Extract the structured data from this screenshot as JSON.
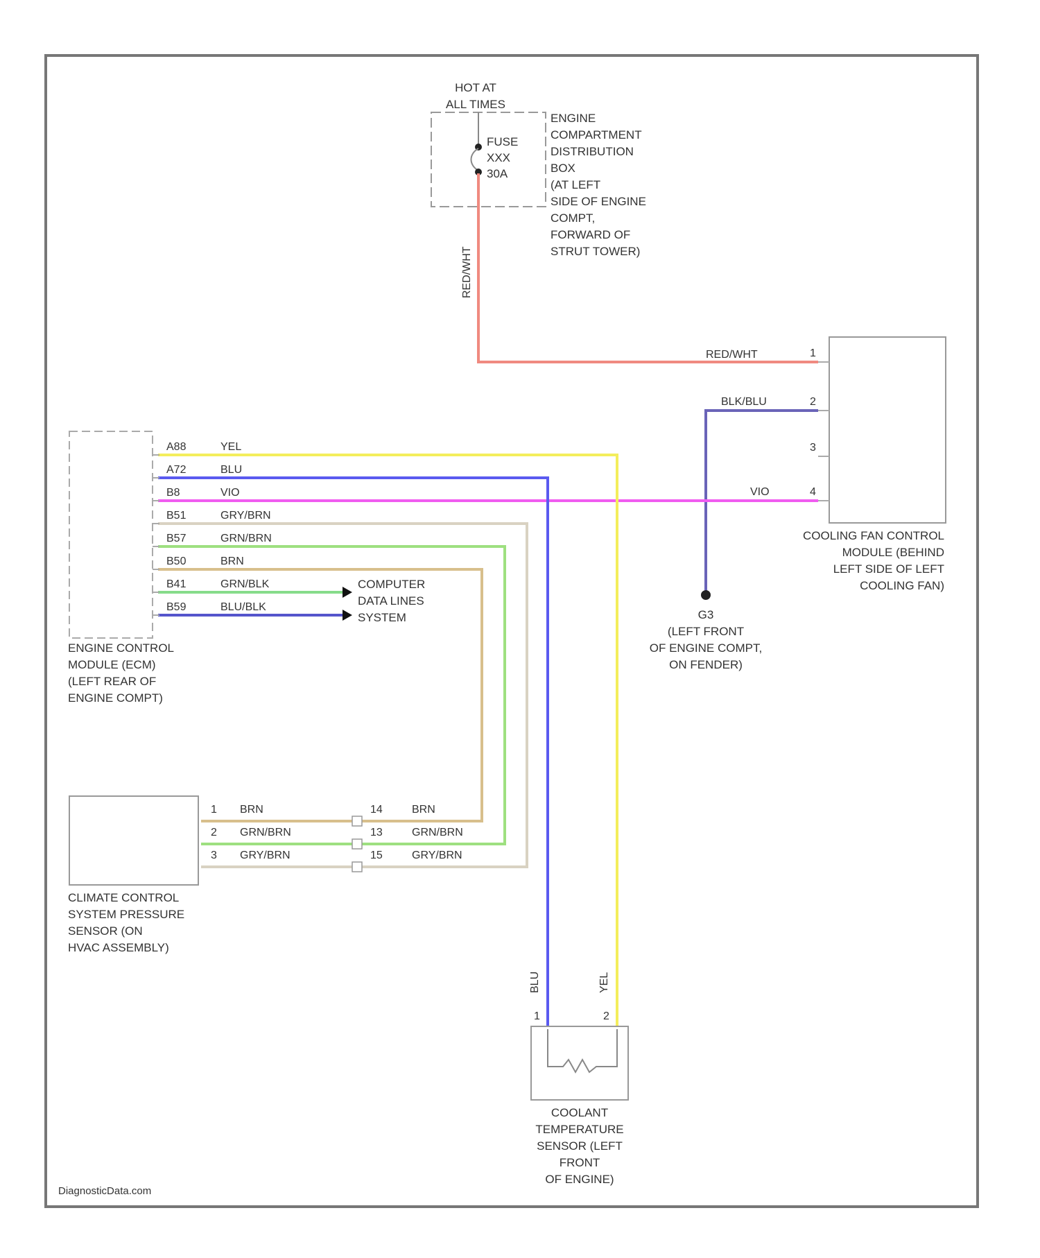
{
  "fuse_block": {
    "power_label": [
      "HOT AT",
      "ALL TIMES"
    ],
    "fuse_label": [
      "FUSE",
      "XXX",
      "30A"
    ],
    "location": [
      "ENGINE",
      "COMPARTMENT",
      "DISTRIBUTION",
      "BOX",
      "(AT LEFT",
      "SIDE OF ENGINE",
      "COMPT,",
      "FORWARD OF",
      "STRUT TOWER)"
    ]
  },
  "cooling_fan_module": {
    "label": [
      "COOLING FAN CONTROL",
      "MODULE (BEHIND",
      "LEFT SIDE OF LEFT",
      "COOLING FAN)"
    ],
    "pins": [
      "1",
      "2",
      "3",
      "4"
    ]
  },
  "ecm": {
    "label": [
      "ENGINE CONTROL",
      "MODULE (ECM)",
      "(LEFT REAR OF",
      "ENGINE COMPT)"
    ],
    "pins": [
      {
        "pin": "A88",
        "color": "YEL"
      },
      {
        "pin": "A72",
        "color": "BLU"
      },
      {
        "pin": "B8",
        "color": "VIO"
      },
      {
        "pin": "B51",
        "color": "GRY/BRN"
      },
      {
        "pin": "B57",
        "color": "GRN/BRN"
      },
      {
        "pin": "B50",
        "color": "BRN"
      },
      {
        "pin": "B41",
        "color": "GRN/BLK"
      },
      {
        "pin": "B59",
        "color": "BLU/BLK"
      }
    ]
  },
  "data_lines": [
    "COMPUTER",
    "DATA LINES",
    "SYSTEM"
  ],
  "ground": {
    "id": "G3",
    "label": [
      "(LEFT FRONT",
      "OF ENGINE COMPT,",
      "ON FENDER)"
    ]
  },
  "pressure_sensor": {
    "label": [
      "CLIMATE CONTROL",
      "SYSTEM PRESSURE",
      "SENSOR (ON",
      "HVAC ASSEMBLY)"
    ],
    "pins": [
      {
        "pin": "1",
        "color": "BRN"
      },
      {
        "pin": "2",
        "color": "GRN/BRN"
      },
      {
        "pin": "3",
        "color": "GRY/BRN"
      }
    ]
  },
  "inline_connector": [
    {
      "pin": "14",
      "color": "BRN"
    },
    {
      "pin": "13",
      "color": "GRN/BRN"
    },
    {
      "pin": "15",
      "color": "GRY/BRN"
    }
  ],
  "coolant_sensor": {
    "label": [
      "COOLANT",
      "TEMPERATURE",
      "SENSOR (LEFT",
      "FRONT",
      "OF ENGINE)"
    ],
    "pins": [
      "1",
      "2"
    ],
    "wire_labels": [
      "BLU",
      "YEL"
    ]
  },
  "wires": {
    "red_wht": "RED/WHT",
    "blk_blu": "BLK/BLU",
    "vio": "VIO"
  },
  "watermark": "DiagnosticData.com",
  "colors": {
    "red_wht": "#f08a80",
    "yel": "#f4ee5c",
    "blu": "#5a5af0",
    "vio": "#f05cf0",
    "gry_brn": "#d9d2c2",
    "grn_brn": "#9ee080",
    "brn": "#d8bf8c",
    "grn_blk": "#86dc8a",
    "blu_blk": "#5555cc",
    "blk_blu": "#6a64b8"
  }
}
